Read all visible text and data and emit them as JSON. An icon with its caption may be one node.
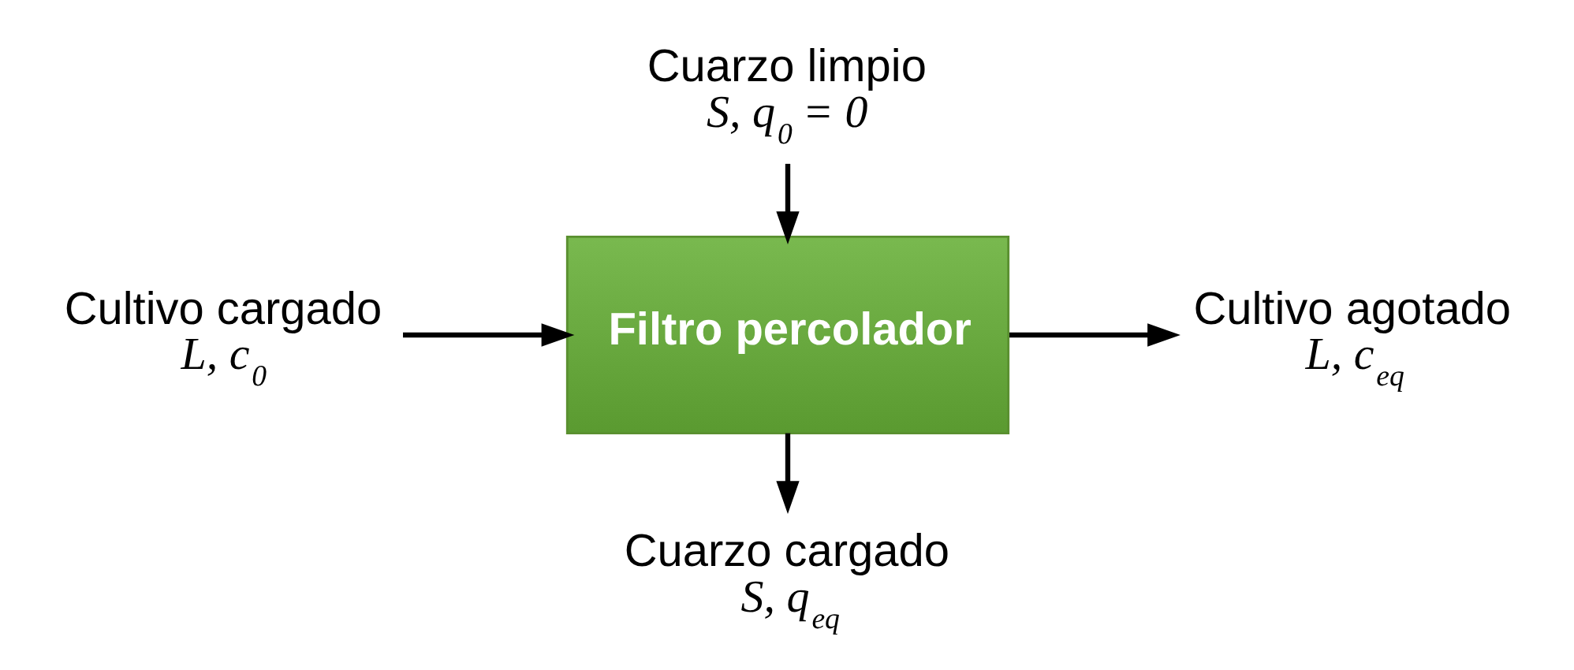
{
  "diagram": {
    "nodes": [
      {
        "text": [
          "Cuarzo limpio",
          "S, q$_{0}$ = 0"
        ]
      },
      {
        "text": [
          "Cultivo cargado",
          "L, c$_{0}$"
        ]
      },
      {
        "text": [
          "Filtro percolador"
        ]
      },
      {
        "text": [
          "Cultivo agotado",
          "L, c$_{eq}$"
        ]
      },
      {
        "text": [
          "Cuarzo cargado",
          "S, q$_{eq}$"
        ]
      }
    ],
    "edges": [
      {
        "from": 0,
        "to": 2,
        "arrow": "to"
      },
      {
        "from": 1,
        "to": 2,
        "arrow": "to"
      },
      {
        "from": 2,
        "to": 3,
        "arrow": "to"
      },
      {
        "from": 2,
        "to": 4,
        "arrow": "to"
      }
    ]
  }
}
